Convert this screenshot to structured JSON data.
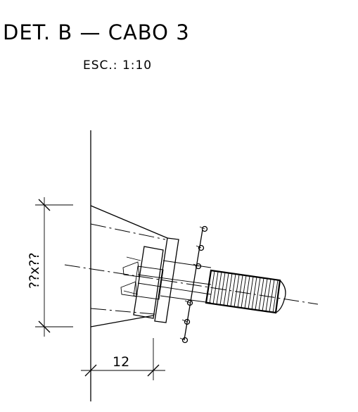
{
  "title": "DET. B — CABO 3",
  "scale": "ESC.: 1:10",
  "dimensions": {
    "vertical_label": "??x??",
    "horizontal_label": "12"
  }
}
